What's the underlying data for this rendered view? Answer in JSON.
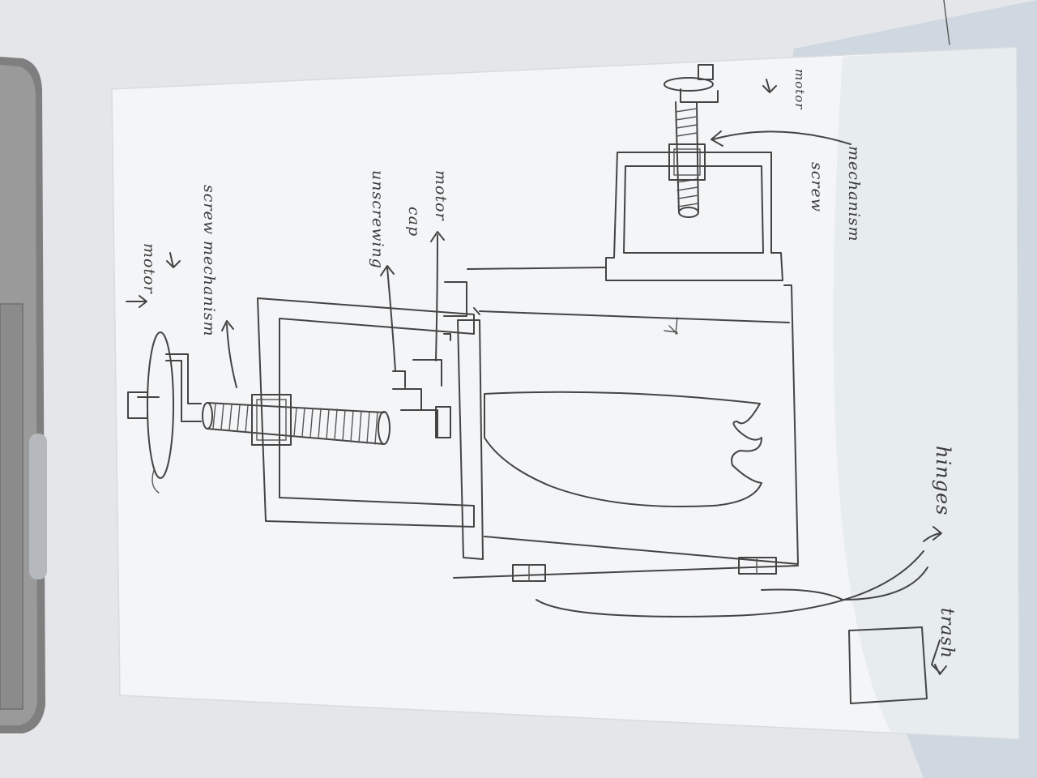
{
  "labels": {
    "motor_top": "motor",
    "screw_top": "screw mechanism",
    "unscrewing": "unscrewing",
    "cap": "cap",
    "motor_mid": "motor",
    "screw_right_1": "screw",
    "screw_right_2": "mechanism",
    "motor_right": "motor",
    "hinges": "hinges",
    "trash": "trash"
  },
  "colors": {
    "desk": "#e4e6e9",
    "shadow": "#b8c6d3",
    "paper": "#f4f5f7",
    "pencil": "#444444",
    "laptop": "#7d7d7d"
  }
}
